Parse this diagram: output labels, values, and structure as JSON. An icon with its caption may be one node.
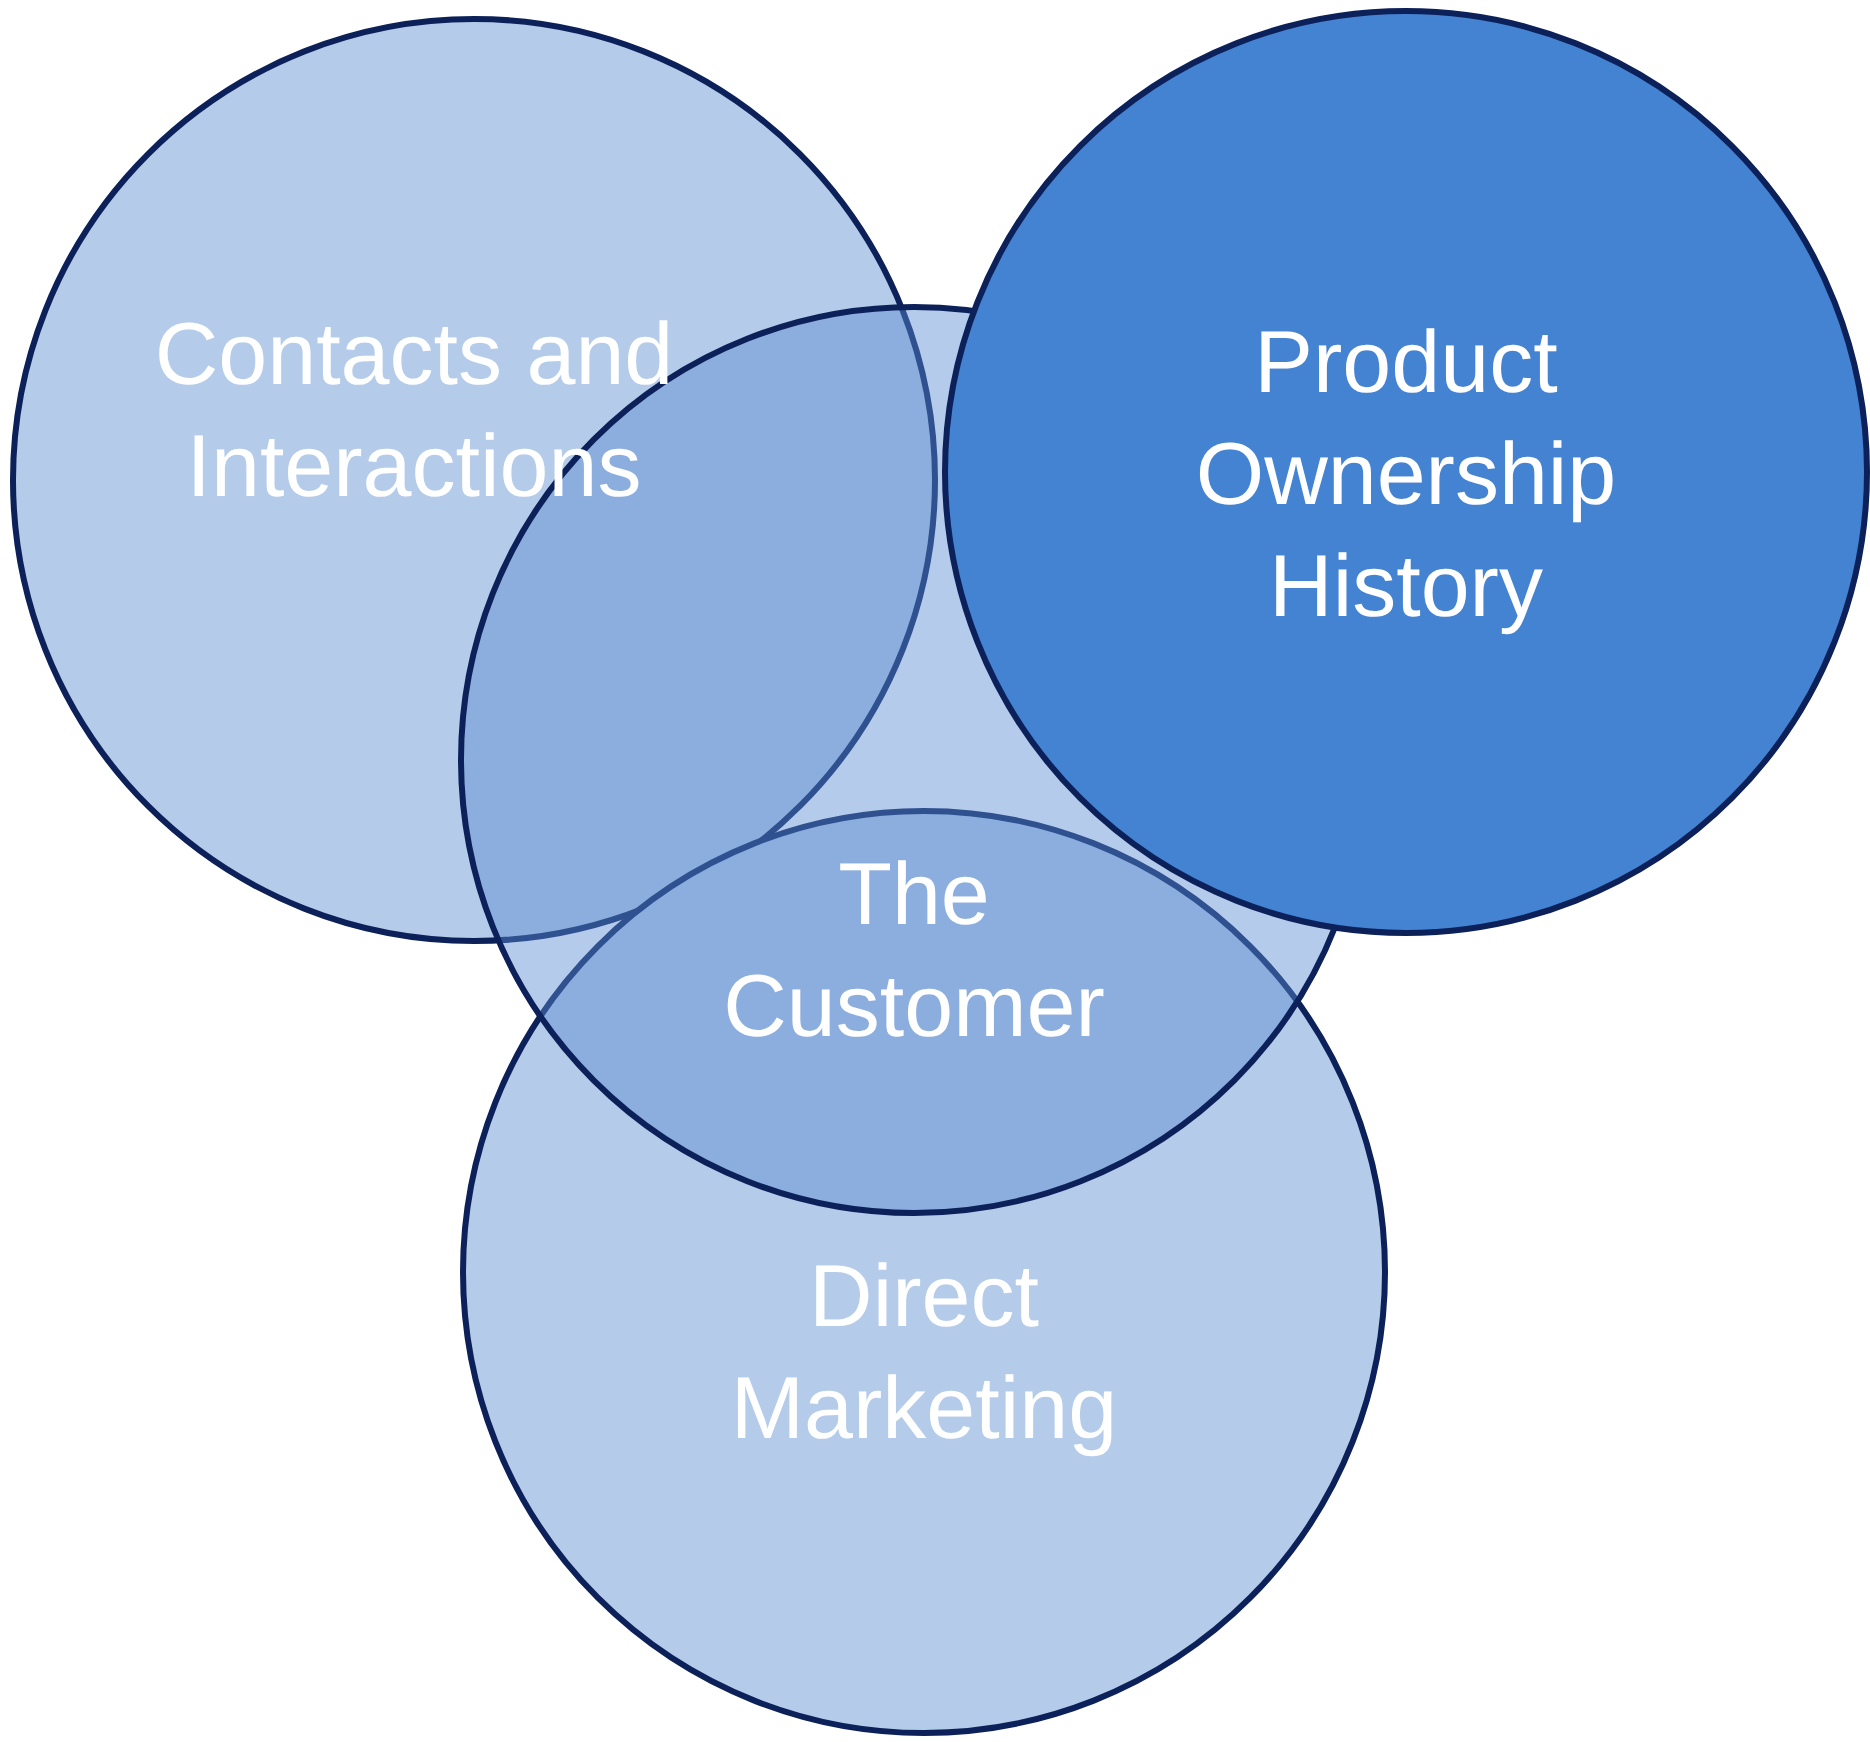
{
  "diagram": {
    "nodes": [
      {
        "text": [
          "Contacts and Interactions"
        ]
      },
      {
        "text": [
          "Direct Marketing"
        ]
      },
      {
        "text": [
          "The Customer"
        ]
      },
      {
        "text": [
          "Product Ownership History"
        ]
      }
    ]
  }
}
